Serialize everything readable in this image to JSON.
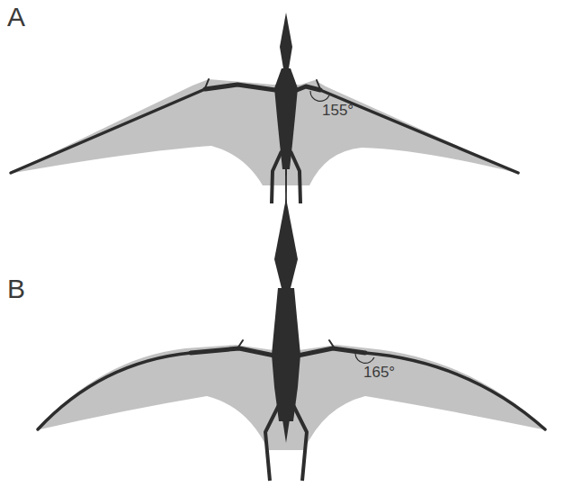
{
  "diagram": {
    "labels": [
      "A",
      "155°",
      "B",
      "165°"
    ]
  }
}
